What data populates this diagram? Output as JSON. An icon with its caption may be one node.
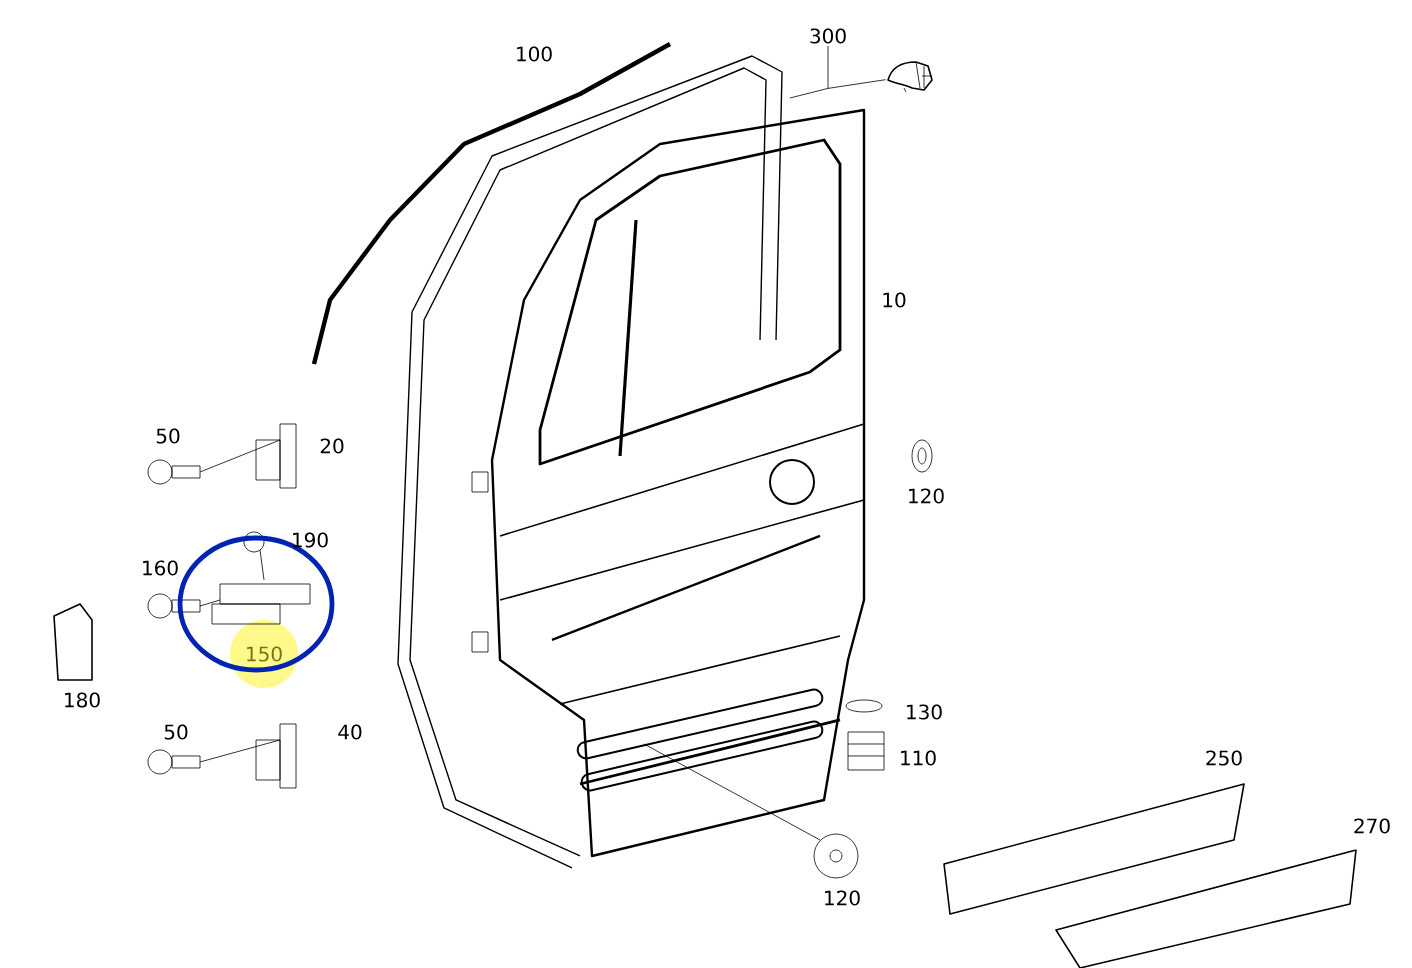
{
  "diagram": {
    "nodes": [
      {
        "text": [
          "300"
        ]
      },
      {
        "text": [],
        "shape": "picture"
      }
    ],
    "edges": [
      {
        "from": 0,
        "to": 1,
        "arrow": "none"
      }
    ],
    "labels": [
      "100",
      "10",
      "50",
      "20",
      "120",
      "190",
      "160",
      "150",
      "180",
      "130",
      "50",
      "40",
      "110",
      "250",
      "270",
      "120"
    ]
  }
}
